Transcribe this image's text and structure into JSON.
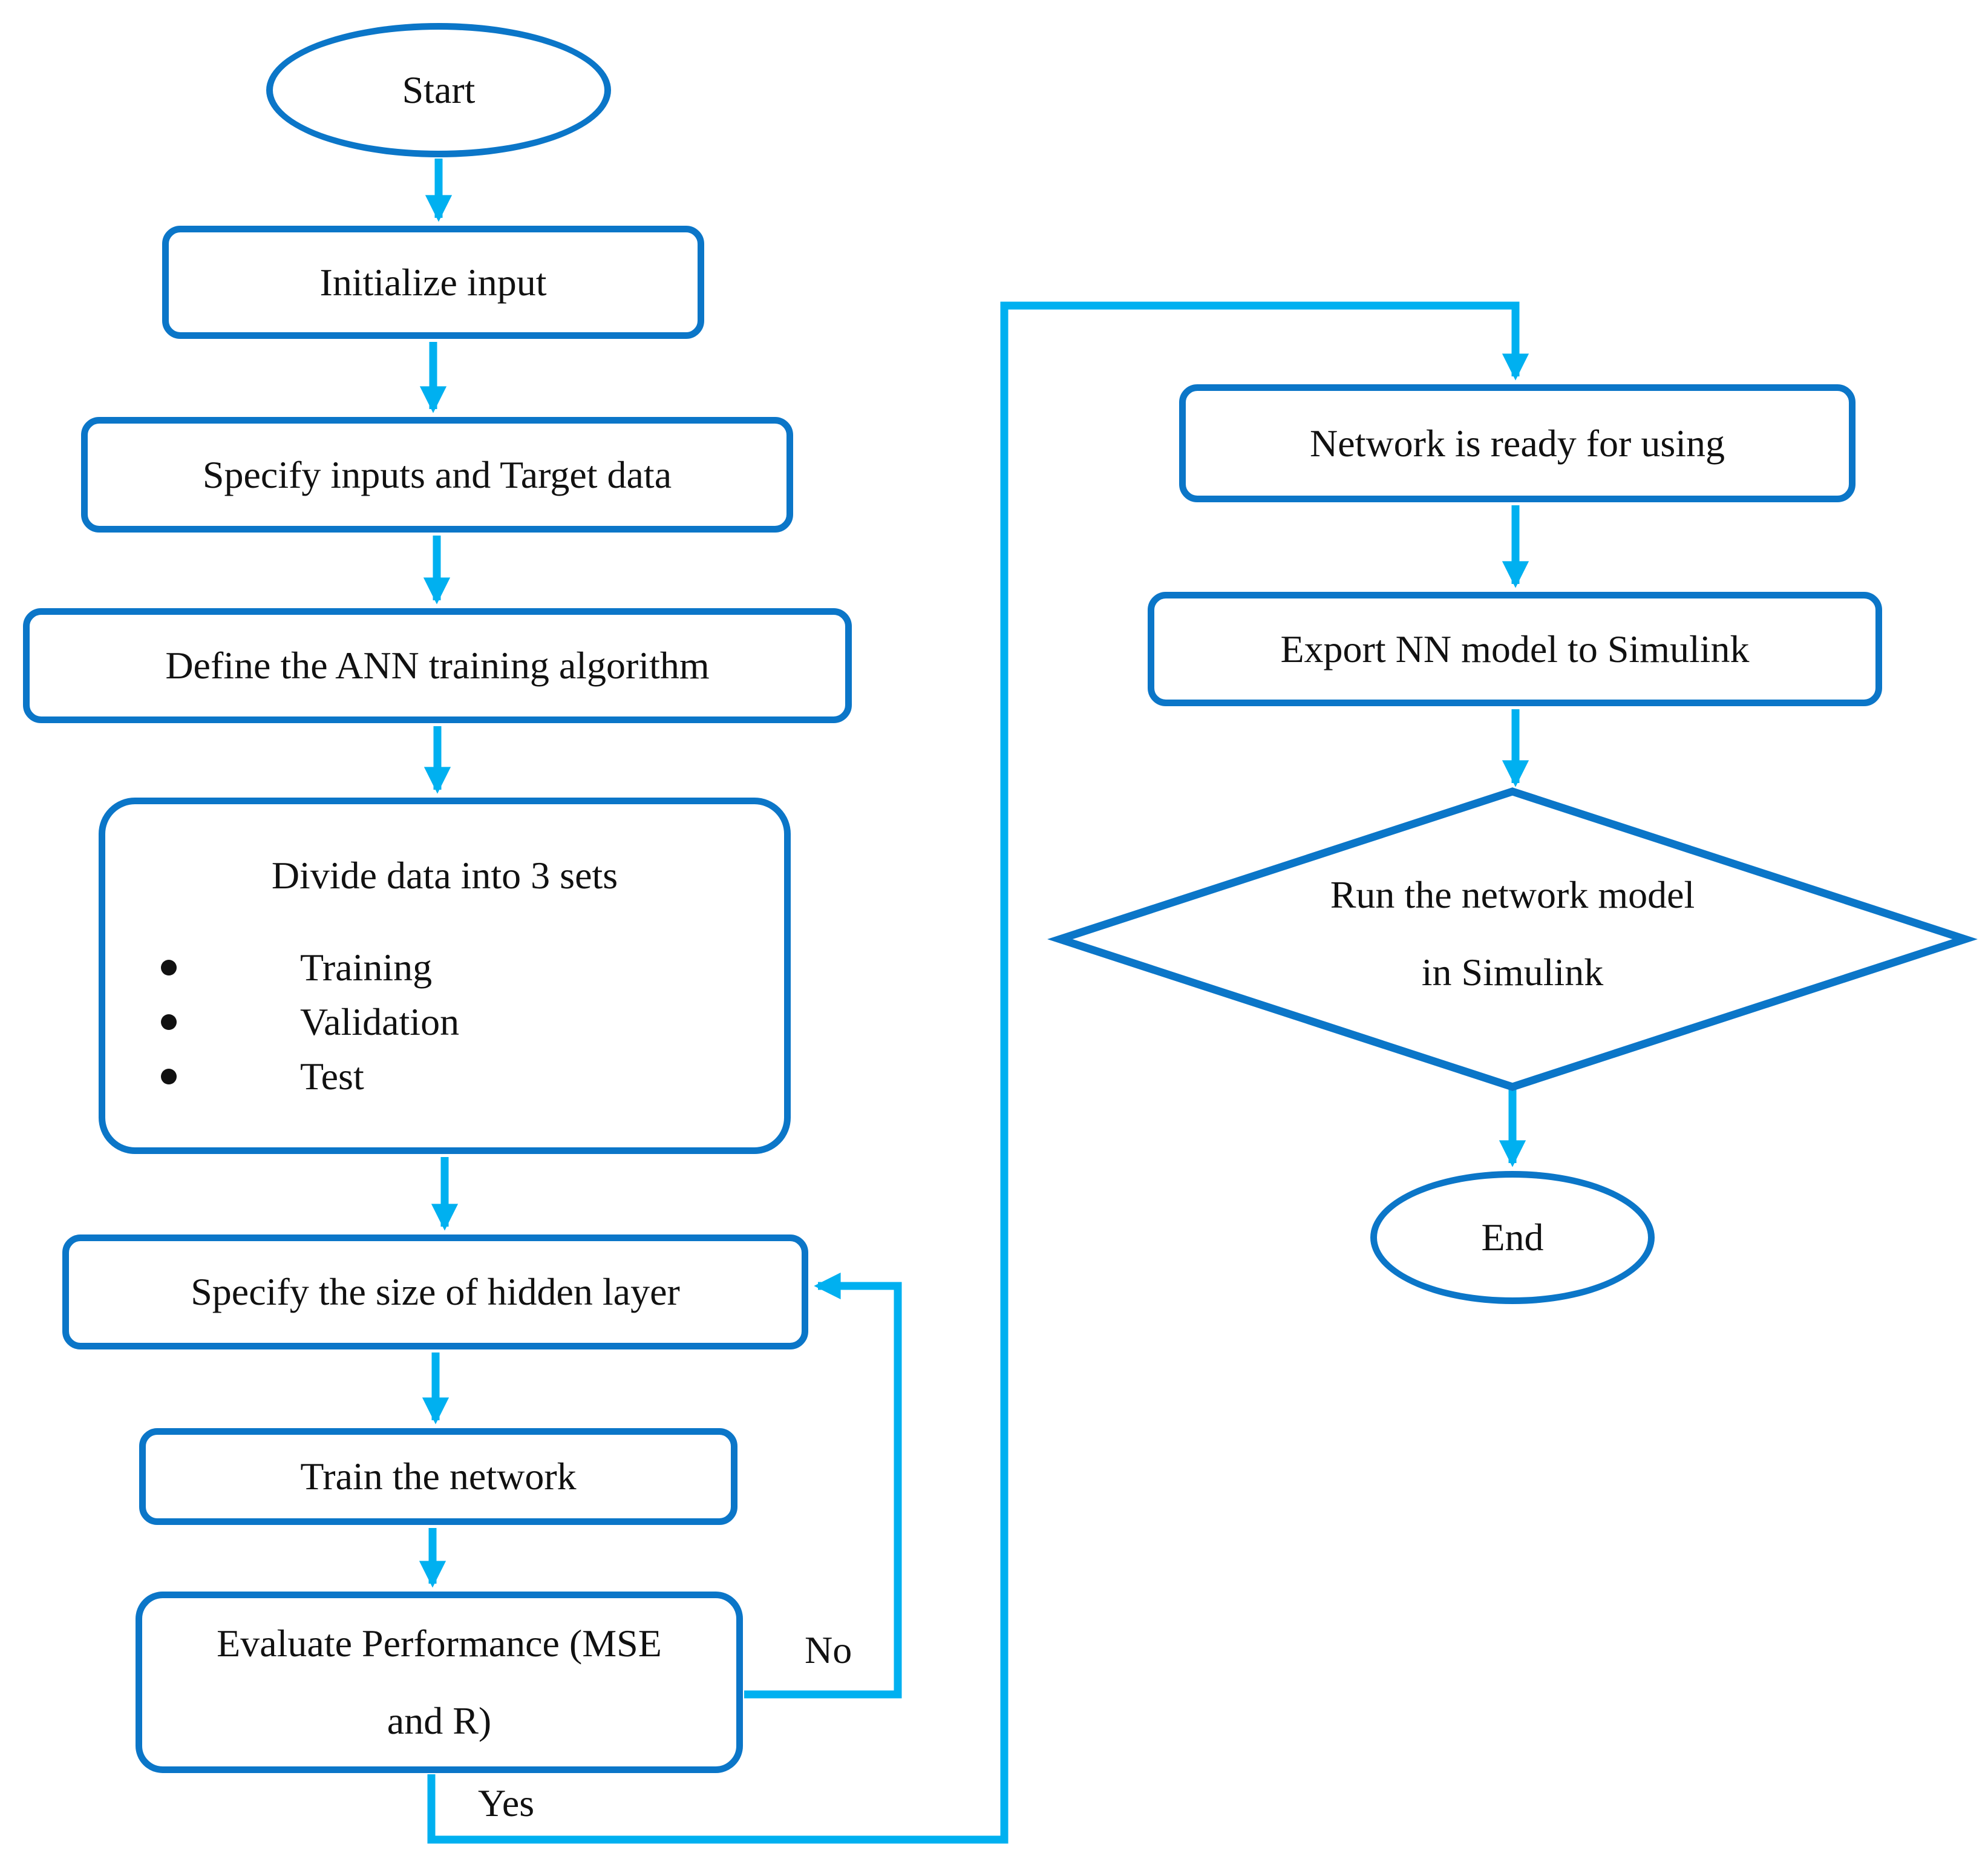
{
  "diagram": {
    "type": "flowchart",
    "description": "ANN model building and Simulink export workflow"
  },
  "nodes": {
    "start": {
      "label": "Start",
      "shape": "ellipse"
    },
    "initialize": {
      "label": "Initialize input",
      "shape": "rounded-rect"
    },
    "specify_inputs": {
      "label": "Specify inputs and Target data",
      "shape": "rounded-rect"
    },
    "define_algorithm": {
      "label": "Define the ANN training algorithm",
      "shape": "rounded-rect"
    },
    "divide_data": {
      "title": "Divide data into 3 sets",
      "bullets": [
        "Training",
        "Validation",
        "Test"
      ],
      "shape": "rounded-rect"
    },
    "hidden_layer": {
      "label": "Specify the size of hidden layer",
      "shape": "rounded-rect"
    },
    "train_network": {
      "label": "Train the network",
      "shape": "rounded-rect"
    },
    "evaluate": {
      "label": "Evaluate Performance (MSE and R)",
      "shape": "rounded-rect"
    },
    "network_ready": {
      "label": "Network is ready for using",
      "shape": "rounded-rect"
    },
    "export_nn": {
      "label": "Export NN model to Simulink",
      "shape": "rounded-rect"
    },
    "run_simulink": {
      "label": "Run the network model in Simulink",
      "shape": "diamond"
    },
    "end": {
      "label": "End",
      "shape": "ellipse"
    }
  },
  "edge_labels": {
    "no": "No",
    "yes": "Yes"
  },
  "colors": {
    "shape_border": "#0b76c8",
    "arrow": "#00b0f0",
    "text": "#111111",
    "background": "#ffffff"
  }
}
